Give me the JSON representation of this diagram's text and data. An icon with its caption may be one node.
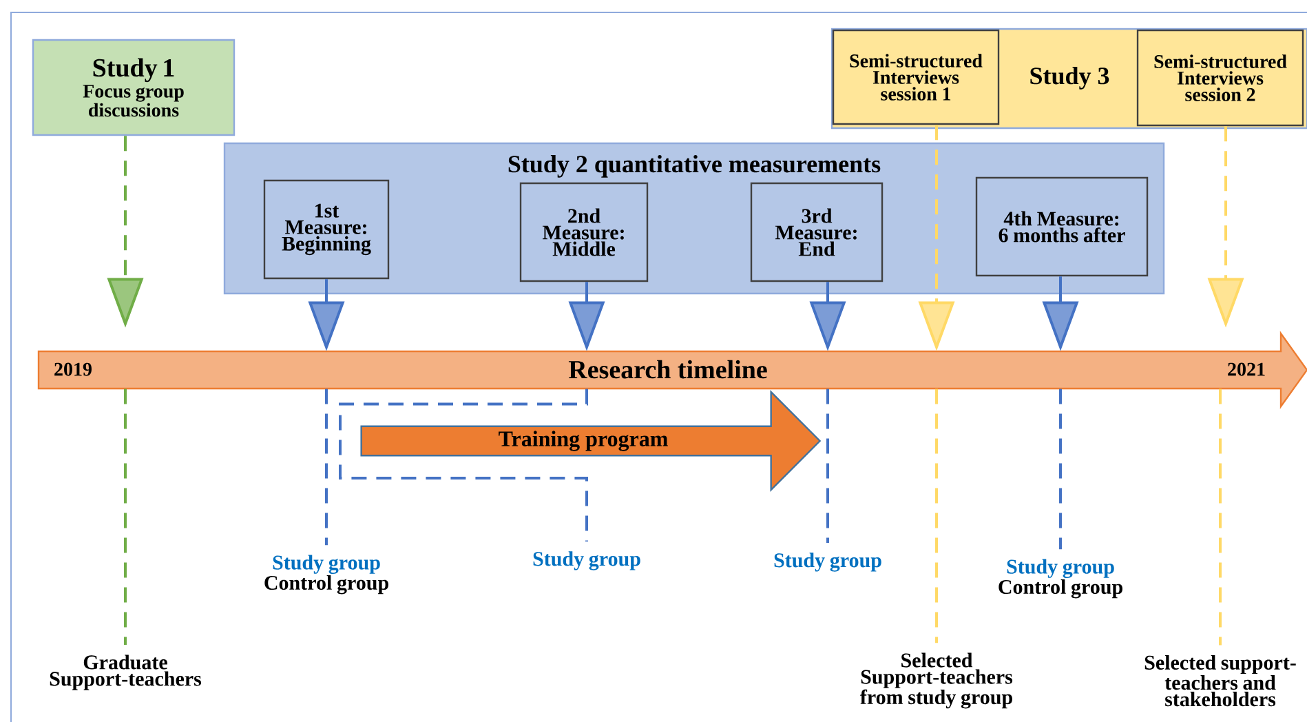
{
  "diagram": {
    "nodes": [
      {
        "text": [
          "Study 1",
          "Focus group discussions"
        ]
      },
      {
        "text": [
          "Study 2 quantitative measurements"
        ]
      },
      {
        "text": [
          "1st Measure: Beginning"
        ],
        "in": 1
      },
      {
        "text": [
          "2nd Measure: Middle"
        ],
        "in": 1
      },
      {
        "text": [
          "3rd Measure: End"
        ],
        "in": 1
      },
      {
        "text": [
          "4th Measure: 6 months after"
        ],
        "in": 1
      },
      {
        "text": [
          "Study 3"
        ]
      },
      {
        "text": [
          "Semi-structured Interviews session 1"
        ],
        "in": 6
      },
      {
        "text": [
          "Semi-structured Interviews session 2"
        ],
        "in": 6
      },
      {
        "text": [
          "2019",
          "Research timeline",
          "2021"
        ]
      },
      {
        "text": [
          "Training program"
        ]
      },
      {
        "text": [
          "Graduate Support-teachers"
        ]
      },
      {
        "text": [
          "Study group",
          "Control group"
        ]
      },
      {
        "text": [
          "Study group"
        ]
      },
      {
        "text": [
          "Study group"
        ]
      },
      {
        "text": [
          "Study group",
          "Control group"
        ]
      },
      {
        "text": [
          "Selected Support-teachers from study group"
        ]
      },
      {
        "text": [
          "Selected support-teachers and stakeholders"
        ]
      }
    ],
    "edges": [
      {
        "from": 0,
        "to": 9,
        "arrow": "to",
        "style": "dashed",
        "color": "#70ad47"
      },
      {
        "from": 9,
        "to": 11,
        "arrow": "none",
        "style": "dashed",
        "color": "#70ad47"
      },
      {
        "from": 2,
        "to": 9,
        "arrow": "to"
      },
      {
        "from": 9,
        "to": 12,
        "arrow": "none",
        "style": "dashed"
      },
      {
        "from": 3,
        "to": 9,
        "arrow": "to"
      },
      {
        "from": 9,
        "to": 13,
        "arrow": "none",
        "style": "dashed"
      },
      {
        "from": 4,
        "to": 9,
        "arrow": "to"
      },
      {
        "from": 9,
        "to": 14,
        "arrow": "none",
        "style": "dashed"
      },
      {
        "from": 7,
        "to": 9,
        "arrow": "to",
        "style": "dashed",
        "color": "#ffd966"
      },
      {
        "from": 9,
        "to": 16,
        "arrow": "none",
        "style": "dashed",
        "color": "#ffd966"
      },
      {
        "from": 5,
        "to": 9,
        "arrow": "to"
      },
      {
        "from": 9,
        "to": 15,
        "arrow": "none",
        "style": "dashed"
      },
      {
        "from": 8,
        "to": 9,
        "arrow": "to",
        "style": "dashed",
        "color": "#ffd966"
      },
      {
        "from": 9,
        "to": 17,
        "arrow": "none",
        "style": "dashed",
        "color": "#ffd966"
      }
    ]
  }
}
